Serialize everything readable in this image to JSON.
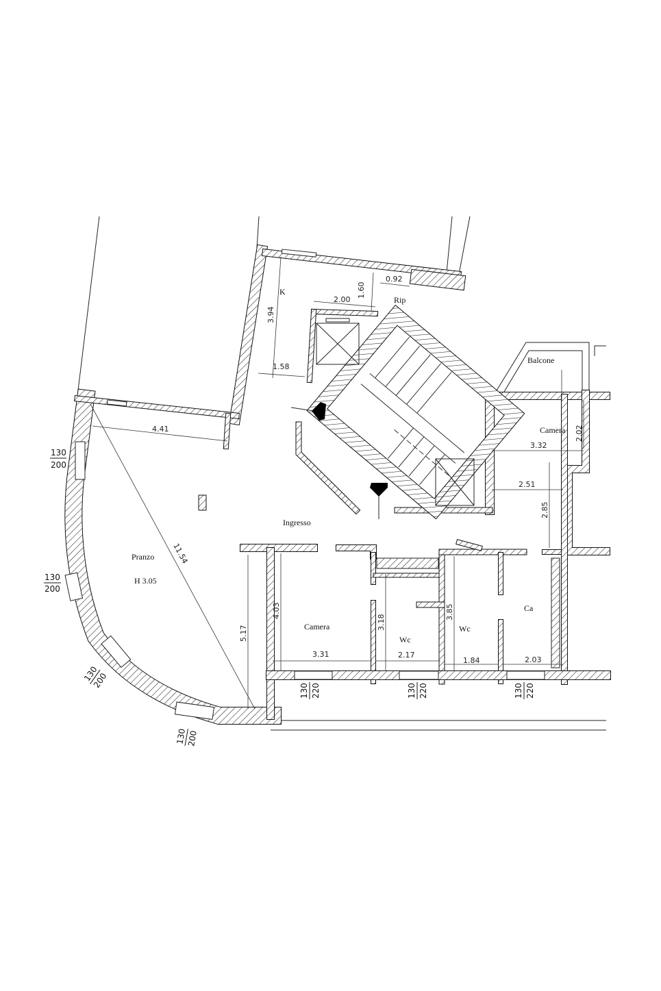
{
  "rooms": {
    "k": "K",
    "rip": "Rip",
    "balcone": "Balcone",
    "camera_right": "Camera",
    "ingresso": "Ingresso",
    "pranzo": "Pranzo",
    "pranzo_height": "H 3.05",
    "camera_bottom": "Camera",
    "wc_left": "Wc",
    "wc_right": "Wc",
    "ca": "Ca"
  },
  "dimensions": {
    "d394": "3.94",
    "d158": "1.58",
    "d200": "2.00",
    "d160": "1.60",
    "d092": "0.92",
    "d441": "4.41",
    "d1154": "11.54",
    "d517": "5.17",
    "d403": "4.03",
    "d331": "3.31",
    "d318": "3.18",
    "d217": "2.17",
    "d385": "3.85",
    "d184": "1.84",
    "d203": "2.03",
    "d332": "3.32",
    "d202": "2.02",
    "d251": "2.51",
    "d285": "2.85"
  },
  "windows": {
    "w1": {
      "width": "130",
      "height": "200"
    },
    "w2": {
      "width": "130",
      "height": "200"
    },
    "w3": {
      "width": "130",
      "height": "200"
    },
    "w4": {
      "width": "130",
      "height": "200"
    },
    "w5": {
      "width": "130",
      "height": "220"
    },
    "w6": {
      "width": "130",
      "height": "220"
    },
    "w7": {
      "width": "130",
      "height": "220"
    }
  }
}
